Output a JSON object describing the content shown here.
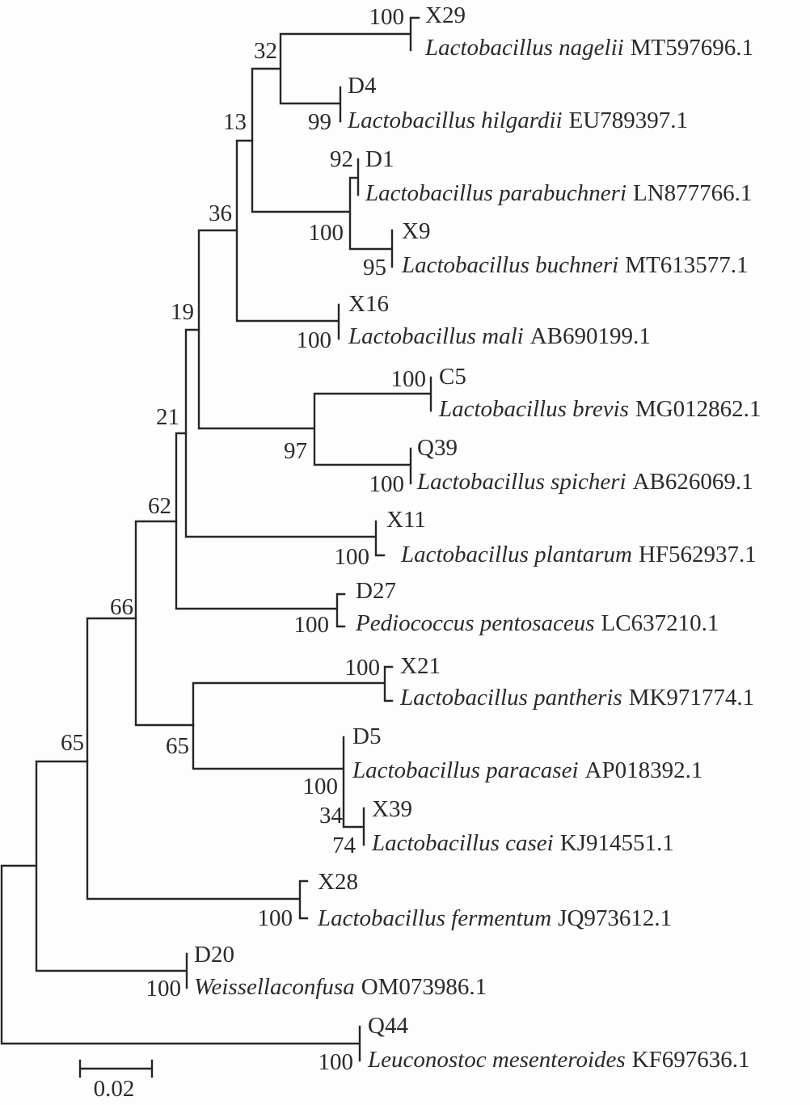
{
  "title": "Phylogenetic tree of lactic acid bacteria isolates",
  "leaves": [
    {
      "id": "X29",
      "species": "Lactobacillus nagelii",
      "accession": "MT597696.1"
    },
    {
      "id": "D4",
      "species": "Lactobacillus hilgardii",
      "accession": "EU789397.1"
    },
    {
      "id": "D1",
      "species": "Lactobacillus parabuchneri",
      "accession": "LN877766.1"
    },
    {
      "id": "X9",
      "species": "Lactobacillus buchneri",
      "accession": "MT613577.1"
    },
    {
      "id": "X16",
      "species": "Lactobacillus mali",
      "accession": "AB690199.1"
    },
    {
      "id": "C5",
      "species": "Lactobacillus brevis",
      "accession": "MG012862.1"
    },
    {
      "id": "Q39",
      "species": "Lactobacillus spicheri",
      "accession": "AB626069.1"
    },
    {
      "id": "X11",
      "species": "Lactobacillus plantarum",
      "accession": "HF562937.1"
    },
    {
      "id": "D27",
      "species": "Pediococcus pentosaceus",
      "accession": "LC637210.1"
    },
    {
      "id": "X21",
      "species": "Lactobacillus pantheris",
      "accession": "MK971774.1"
    },
    {
      "id": "D5",
      "species": "Lactobacillus paracasei",
      "accession": "AP018392.1"
    },
    {
      "id": "X39",
      "species": "Lactobacillus casei",
      "accession": "KJ914551.1"
    },
    {
      "id": "X28",
      "species": "Lactobacillus fermentum",
      "accession": "JQ973612.1"
    },
    {
      "id": "D20",
      "species": "Weissellaconfusa",
      "accession": "OM073986.1"
    },
    {
      "id": "Q44",
      "species": "Leuconostoc mesenteroides",
      "accession": "KF697636.1"
    }
  ],
  "bootstrap": [
    "100",
    "32",
    "99",
    "13",
    "92",
    "100",
    "95",
    "36",
    "100",
    "19",
    "100",
    "97",
    "100",
    "21",
    "62",
    "100",
    "100",
    "66",
    "100",
    "65",
    "100",
    "34",
    "74",
    "65",
    "100",
    "100",
    "100"
  ],
  "scale_bar": {
    "label": "0.02",
    "value": 0.02
  }
}
